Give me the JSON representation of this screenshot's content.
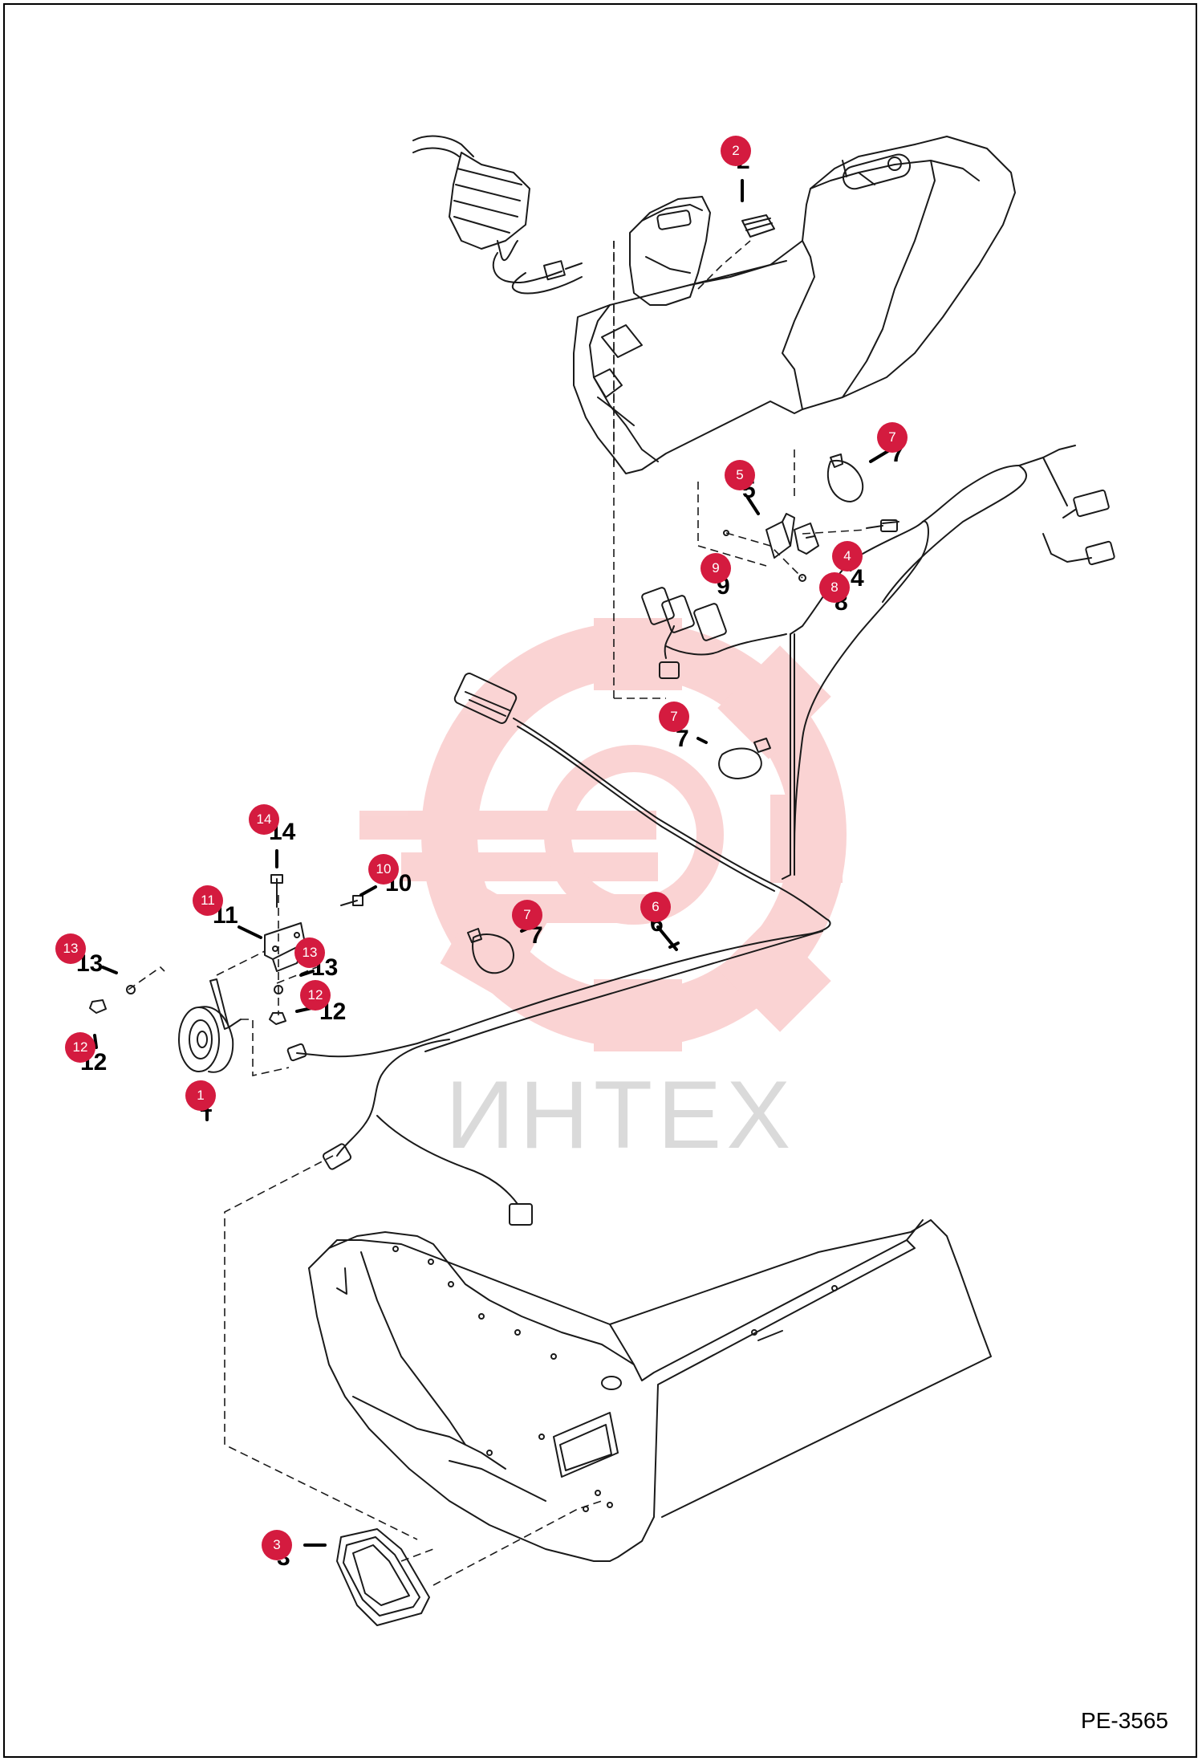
{
  "diagram": {
    "document_code": "PE-3565",
    "watermark_text": "ИНТЕХ",
    "colors": {
      "callout": "#d41b3f",
      "watermark_shape": "#f9c9c9",
      "watermark_text": "#bdbdbd",
      "line": "#1a1a1a"
    },
    "callouts": [
      {
        "number": "1",
        "ref": "horn"
      },
      {
        "number": "2",
        "ref": "switch-connector"
      },
      {
        "number": "3",
        "ref": "grommet"
      },
      {
        "number": "4",
        "ref": "relay-mount"
      },
      {
        "number": "5",
        "ref": "relay"
      },
      {
        "number": "6",
        "ref": "wire-harness"
      },
      {
        "number": "7",
        "ref": "cable-tie-upper"
      },
      {
        "number": "7",
        "ref": "cable-tie-middle"
      },
      {
        "number": "7",
        "ref": "cable-tie-lower"
      },
      {
        "number": "8",
        "ref": "nut"
      },
      {
        "number": "9",
        "ref": "screw"
      },
      {
        "number": "10",
        "ref": "bolt"
      },
      {
        "number": "11",
        "ref": "bracket"
      },
      {
        "number": "12",
        "ref": "nut-right"
      },
      {
        "number": "12",
        "ref": "nut-left"
      },
      {
        "number": "13",
        "ref": "washer-left"
      },
      {
        "number": "13",
        "ref": "washer-right"
      },
      {
        "number": "14",
        "ref": "bolt-top"
      }
    ]
  }
}
